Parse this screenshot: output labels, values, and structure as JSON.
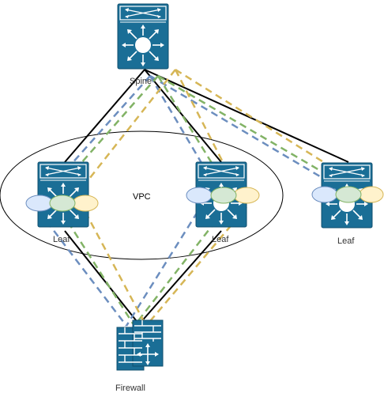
{
  "diagram": {
    "labels": {
      "spine": "Spine",
      "leaf_1": "Leaf",
      "leaf_2": "Leaf",
      "leaf_3": "Leaf",
      "firewall": "Firewall",
      "vpc": "VPC"
    },
    "nodes": [
      {
        "id": "spine",
        "kind": "switch-icon"
      },
      {
        "id": "leaf_1",
        "kind": "switch-icon"
      },
      {
        "id": "leaf_2",
        "kind": "switch-icon"
      },
      {
        "id": "leaf_3",
        "kind": "switch-icon"
      },
      {
        "id": "firewall",
        "kind": "firewall-icon"
      }
    ],
    "links": [
      {
        "from": "spine",
        "to": "leaf_1",
        "style": "solid"
      },
      {
        "from": "spine",
        "to": "leaf_2",
        "style": "solid"
      },
      {
        "from": "spine",
        "to": "leaf_3",
        "style": "solid"
      },
      {
        "from": "leaf_1",
        "to": "firewall",
        "style": "solid"
      },
      {
        "from": "leaf_2",
        "to": "firewall",
        "style": "solid"
      }
    ],
    "colors": {
      "device_fill": "#1a6e96",
      "device_dark": "#0f4f6e",
      "device_stroke": "#ffffff",
      "dash_blue": "#6c8ebf",
      "dash_green": "#82b366",
      "dash_yellow": "#d6b656",
      "ellipse_blue": "#dae8fc",
      "ellipse_green": "#d5e8d4",
      "ellipse_yellow": "#fff2cc"
    }
  }
}
